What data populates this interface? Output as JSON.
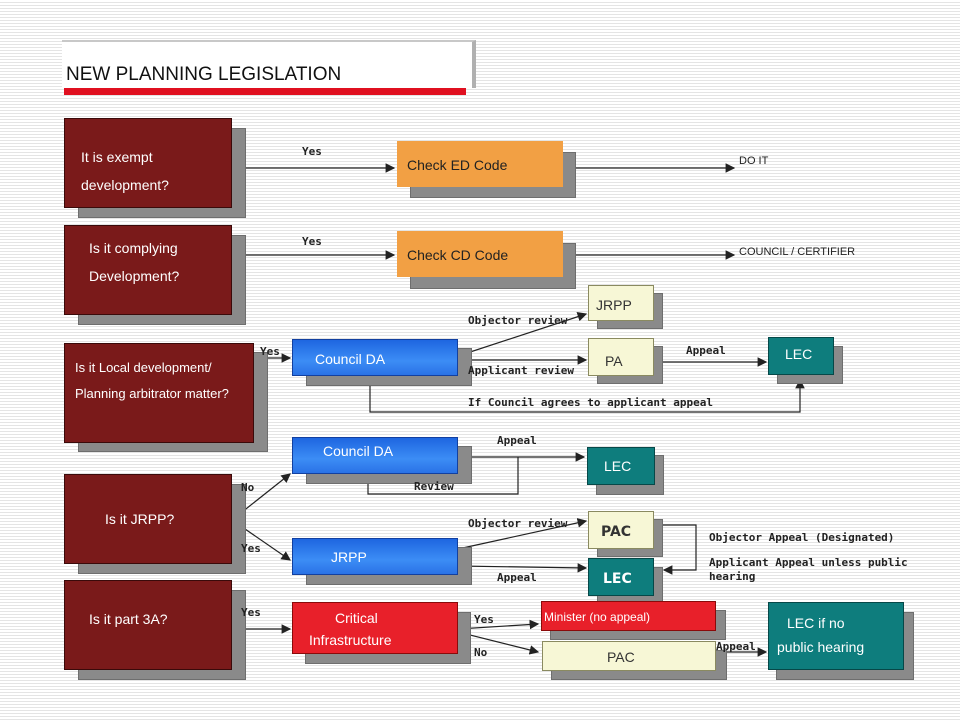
{
  "title": "NEW PLANNING LEGISLATION",
  "questions": {
    "exempt_line1": "It is exempt",
    "exempt_line2": "development?",
    "complying_line1": "Is it complying",
    "complying_line2": "Development?",
    "local_line1": "Is it Local development/",
    "local_line2": "Planning arbitrator  matter?",
    "jrpp": "Is it JRPP?",
    "part3a": "Is it part 3A?"
  },
  "nodes": {
    "check_ed": "Check ED Code",
    "check_cd": "Check CD Code",
    "council_da_1": "Council DA",
    "council_da_2": "Council DA",
    "jrpp_top": "JRPP",
    "pa": "PA",
    "lec_1": "LEC",
    "lec_2": "LEC",
    "pac_1": "PAC",
    "lec_3": "LEC",
    "jrpp_bottom": "JRPP",
    "critical_line1": "Critical",
    "critical_line2": "Infrastructure",
    "minister": "Minister (no appeal)",
    "pac_2": "PAC",
    "lec_final_line1": "LEC if no",
    "lec_final_line2": "public hearing"
  },
  "outcomes": {
    "do_it": "DO IT",
    "council_certifier": "COUNCIL  / CERTIFIER"
  },
  "edge_labels": {
    "yes_1": "Yes",
    "yes_2": "Yes",
    "yes_3": "Yes",
    "objector_review_1": "Objector review",
    "applicant_review": "Applicant review",
    "appeal_1": "Appeal",
    "council_agrees": "If Council agrees to applicant appeal",
    "appeal_2": "Appeal",
    "review": "Review",
    "no_1": "No",
    "yes_4": "Yes",
    "objector_review_2": "Objector review",
    "appeal_3": "Appeal",
    "objector_appeal": "Objector Appeal (Designated)",
    "applicant_appeal_line1": "Applicant Appeal unless public",
    "applicant_appeal_line2": "hearing",
    "yes_5": "Yes",
    "yes_6": "Yes",
    "no_2": "No",
    "appeal_4": "Appeal"
  }
}
